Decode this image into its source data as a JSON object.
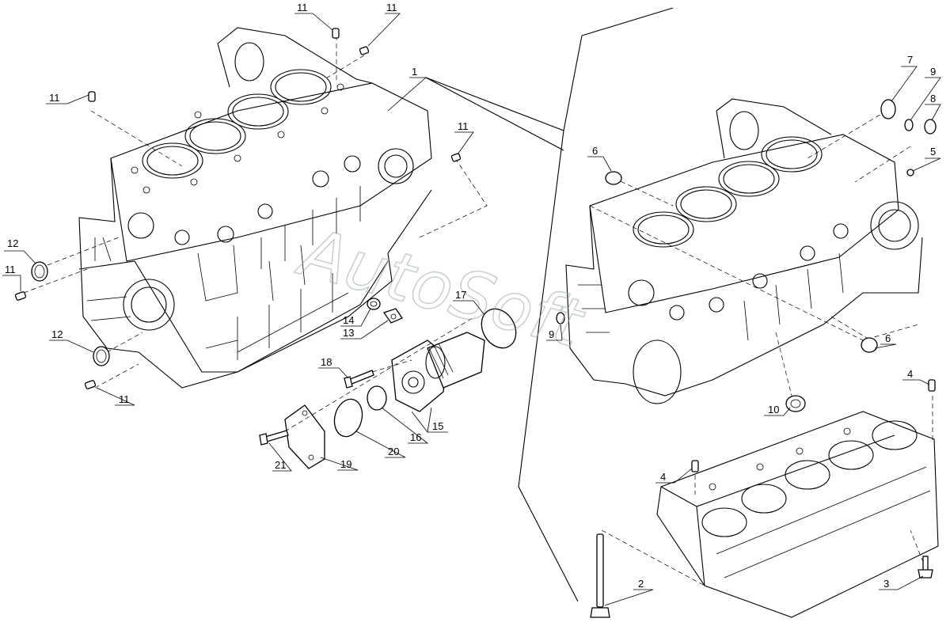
{
  "watermark": "AutoSoft",
  "callouts": [
    {
      "id": "c1",
      "text": "1"
    },
    {
      "id": "c11a",
      "text": "11"
    },
    {
      "id": "c11b",
      "text": "11"
    },
    {
      "id": "c11c",
      "text": "11"
    },
    {
      "id": "c11d",
      "text": "11"
    },
    {
      "id": "c11e",
      "text": "11"
    },
    {
      "id": "c11f",
      "text": "11"
    },
    {
      "id": "c12a",
      "text": "12"
    },
    {
      "id": "c12b",
      "text": "12"
    },
    {
      "id": "c13",
      "text": "13"
    },
    {
      "id": "c14",
      "text": "14"
    },
    {
      "id": "c15",
      "text": "15"
    },
    {
      "id": "c16",
      "text": "16"
    },
    {
      "id": "c17",
      "text": "17"
    },
    {
      "id": "c18",
      "text": "18"
    },
    {
      "id": "c19",
      "text": "19"
    },
    {
      "id": "c20",
      "text": "20"
    },
    {
      "id": "c21",
      "text": "21"
    },
    {
      "id": "c2",
      "text": "2"
    },
    {
      "id": "c3",
      "text": "3"
    },
    {
      "id": "c4a",
      "text": "4"
    },
    {
      "id": "c4b",
      "text": "4"
    },
    {
      "id": "c5",
      "text": "5"
    },
    {
      "id": "c6a",
      "text": "6"
    },
    {
      "id": "c6b",
      "text": "6"
    },
    {
      "id": "c7",
      "text": "7"
    },
    {
      "id": "c8",
      "text": "8"
    },
    {
      "id": "c9a",
      "text": "9"
    },
    {
      "id": "c9b",
      "text": "9"
    },
    {
      "id": "c10",
      "text": "10"
    }
  ]
}
